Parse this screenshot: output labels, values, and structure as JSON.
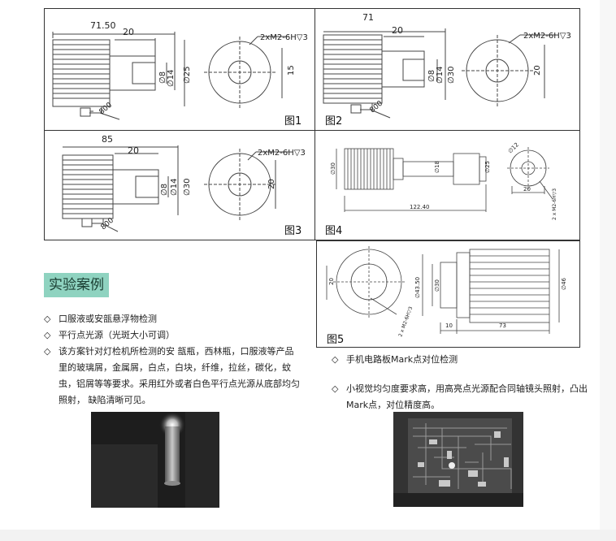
{
  "figures": {
    "fig1": {
      "caption": "图1",
      "dim_length": "71.50",
      "dim_inner": "20",
      "dia_small": "∅8",
      "dia_mid": "∅14",
      "dia_outer": "∅25",
      "thread": "2xM2-6H▽3",
      "height": "15",
      "cable": "800"
    },
    "fig2": {
      "caption": "图2",
      "dim_length": "71",
      "dim_inner": "20",
      "dia_small": "∅8",
      "dia_mid": "∅14",
      "dia_outer": "∅30",
      "thread": "2xM2-6H▽3",
      "height": "20",
      "cable": "800"
    },
    "fig3": {
      "caption": "图3",
      "dim_length": "85",
      "dim_inner": "20",
      "dia_small": "∅8",
      "dia_mid": "∅14",
      "dia_outer": "∅30",
      "thread": "2xM2-6H▽3",
      "height": "20",
      "cable": "800"
    },
    "fig4": {
      "caption": "图4",
      "dia_body": "∅30",
      "dia_neck": "∅18",
      "dia_tip": "∅25",
      "dia_front": "∅12",
      "length": "122.40",
      "width": "20",
      "thread": "2 x M2-6H▽3"
    },
    "fig5": {
      "caption": "图5",
      "height": "20",
      "dia_a": "∅43.50",
      "dia_b": "∅30",
      "dia_c": "∅46",
      "len_a": "10",
      "len_b": "73",
      "thread": "2 x M2-6H▽3"
    }
  },
  "section_title": "实验案例",
  "left_bullets": [
    "口服液或安瓿悬浮物检测",
    "平行点光源（光斑大小可调）",
    "该方案针对灯检机所检测的安 瓿瓶，西林瓶，口服液等产品里的玻璃屑，金属屑，白点，白块，纤维，拉丝，碳化，蚊虫，铝屑等等要求。采用红外或者白色平行点光源从底部均匀照射， 缺陷清晰可见。"
  ],
  "right_bullets": [
    "手机电路板Mark点对位检测",
    "小视觉均匀度要求高，用高亮点光源配合同轴镜头照射，凸出Mark点，对位精度高。"
  ],
  "bullet_marker": "◇",
  "colors": {
    "title_bg": "#8fd3c0",
    "line": "#333333"
  }
}
